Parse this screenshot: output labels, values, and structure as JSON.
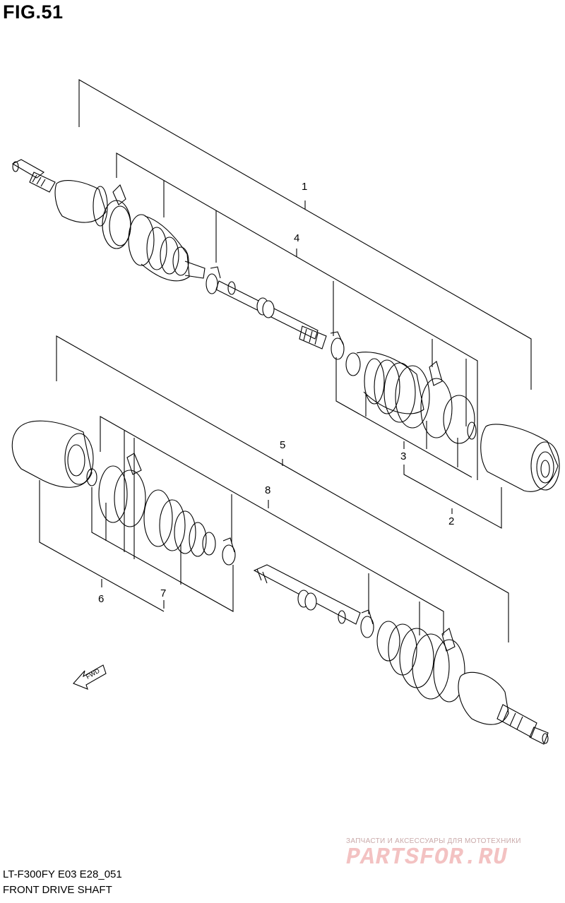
{
  "figure": {
    "title": "FIG.51"
  },
  "callouts": [
    {
      "ref": "1"
    },
    {
      "ref": "2"
    },
    {
      "ref": "3"
    },
    {
      "ref": "4"
    },
    {
      "ref": "5"
    },
    {
      "ref": "6"
    },
    {
      "ref": "7"
    },
    {
      "ref": "8"
    }
  ],
  "direction_arrow": {
    "label": "FWD"
  },
  "footer": {
    "model_code": "LT-F300FY E03 E28_051",
    "section_name": "FRONT DRIVE SHAFT"
  },
  "watermark": {
    "tagline": "ЗАПЧАСТИ И АКСЕССУАРЫ ДЛЯ МОТОТЕХНИКИ",
    "logo_text": "PARTSFOR.RU",
    "color": "#f3c2c2"
  }
}
